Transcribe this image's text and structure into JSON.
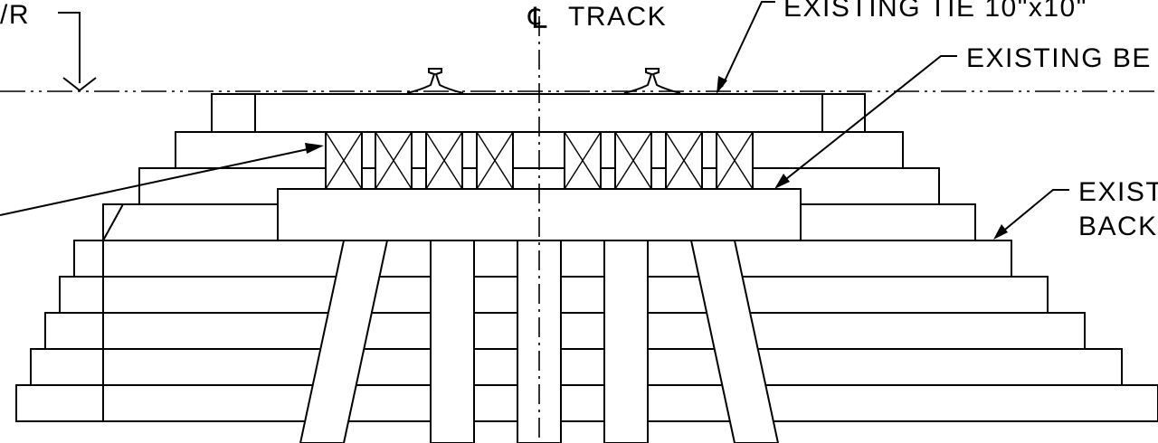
{
  "labels": {
    "top_left": "/R",
    "centerline_symbol": "℄",
    "centerline_text": "TRACK",
    "existing_tie": "EXISTING  TIE  10\"x10\"",
    "existing_beam": "EXISTING  BE",
    "existing_back_line1": "EXIST",
    "existing_back_line2": "BACK"
  },
  "colors": {
    "line": "#000000",
    "background": "#ffffff"
  }
}
